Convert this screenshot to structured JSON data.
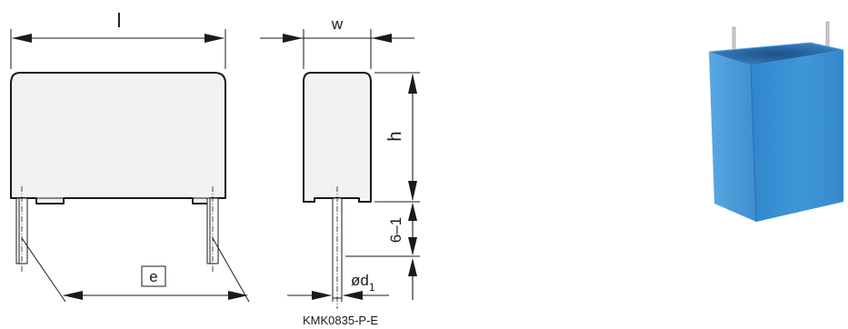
{
  "dimensions": {
    "length_label": "l",
    "width_label": "w",
    "height_label": "h",
    "lead_length_label": "6–1",
    "lead_diameter_label": "ød",
    "lead_diameter_sub": "1",
    "pitch_label": "e"
  },
  "caption": "KMK0835-P-E",
  "colors": {
    "line": "#1a1a1a",
    "body_fill": "#f2f2f2",
    "capacitor_blue": "#3a8fd0",
    "capacitor_blue_dark": "#1d5f9c",
    "lead_metal": "#c9c9c9"
  },
  "icons": {
    "photo": "film-capacitor-photo"
  }
}
